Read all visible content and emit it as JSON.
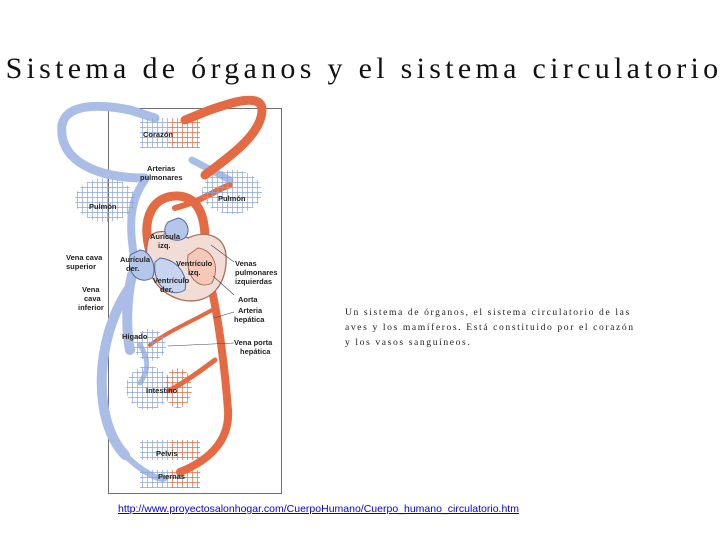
{
  "slide": {
    "title": "Sistema de órganos y el sistema circulatorio",
    "caption": "Un sistema de órganos, el sistema circulatorio de las aves y los mamíferos. Está constituido por el corazón y los vasos sanguíneos.",
    "source_url": "http://www.proyectosalonhogar.com/CuerpoHumano/Cuerpo_humano_circulatorio.htm"
  },
  "diagram": {
    "labels": {
      "corazon": "Corazón",
      "arterias": [
        "Arterias",
        "pulmonares"
      ],
      "pulmon_left": "Pulmón",
      "pulmon_right": "Pulmón",
      "auricula_izq": [
        "Aurícula",
        "izq."
      ],
      "ventriculo_izq": [
        "Ventrículo",
        "izq."
      ],
      "vena_cava_sup": [
        "Vena cava",
        "superior"
      ],
      "auricula_der": [
        "Aurícula",
        "der."
      ],
      "ventriculo_der": [
        "Ventrículo",
        "der."
      ],
      "venas_pulm": [
        "Venas",
        "pulmonares",
        "izquierdas"
      ],
      "vena_cava_inf": [
        "Vena",
        "cava",
        "inferior"
      ],
      "aorta": "Aorta",
      "arteria_hep": [
        "Arteria",
        "hepática"
      ],
      "higado": "Hígado",
      "vena_porta": [
        "Vena porta",
        "hepática"
      ],
      "intestino": "Intestino",
      "pelvis": "Pelvis",
      "piernas": "Piernas"
    },
    "colors": {
      "vein": "#a9bde6",
      "artery": "#e46a44",
      "capillary_blue": "#8aa6d8",
      "capillary_red": "#e46a44",
      "heart": "#f2ddd6"
    }
  }
}
